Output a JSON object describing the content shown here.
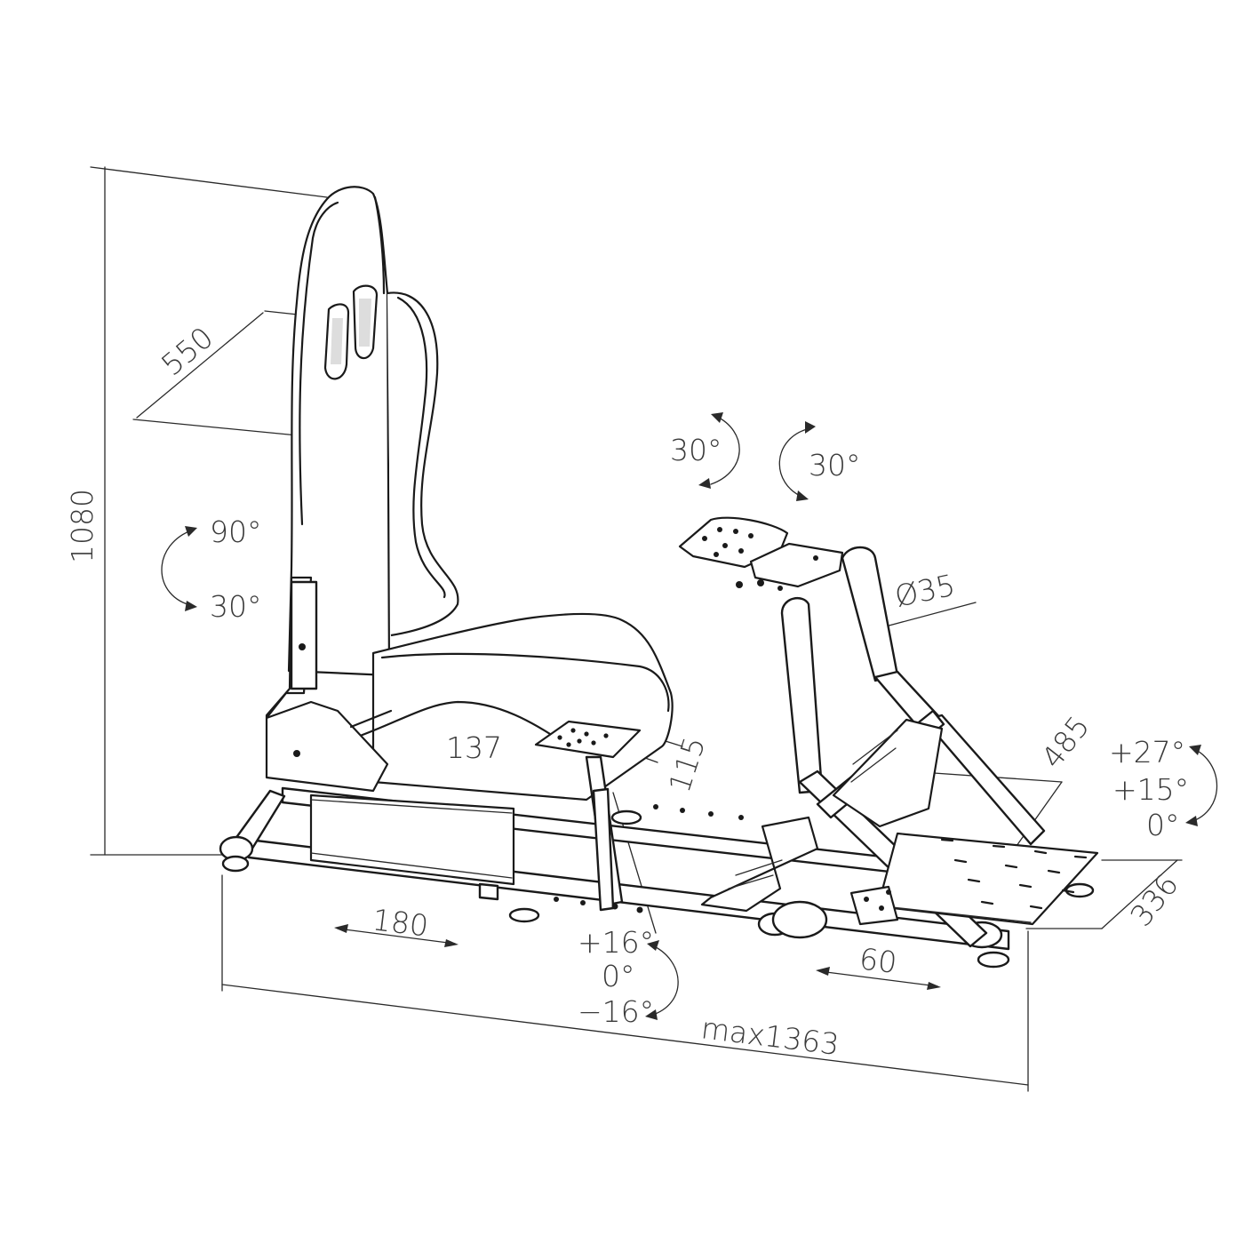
{
  "dimensions": {
    "height": "1080",
    "seat_width": "550",
    "backrest_upper": "90°",
    "backrest_lower": "30°",
    "wheel_tilt_left": "30°",
    "wheel_tilt_right": "30°",
    "tube_diameter": "Ø35",
    "shifter_plate_width": "137",
    "shifter_plate_depth": "115",
    "pedal_tilt_top": "+27°",
    "pedal_tilt_mid": "+15°",
    "pedal_tilt_bottom": "0°",
    "pedal_plate_length": "485",
    "pedal_plate_width": "336",
    "seat_slide": "180",
    "pedal_slide": "60",
    "shifter_tilt_top": "+16°",
    "shifter_tilt_mid": "0°",
    "shifter_tilt_bottom": "−16°",
    "total_length": "max1363"
  }
}
